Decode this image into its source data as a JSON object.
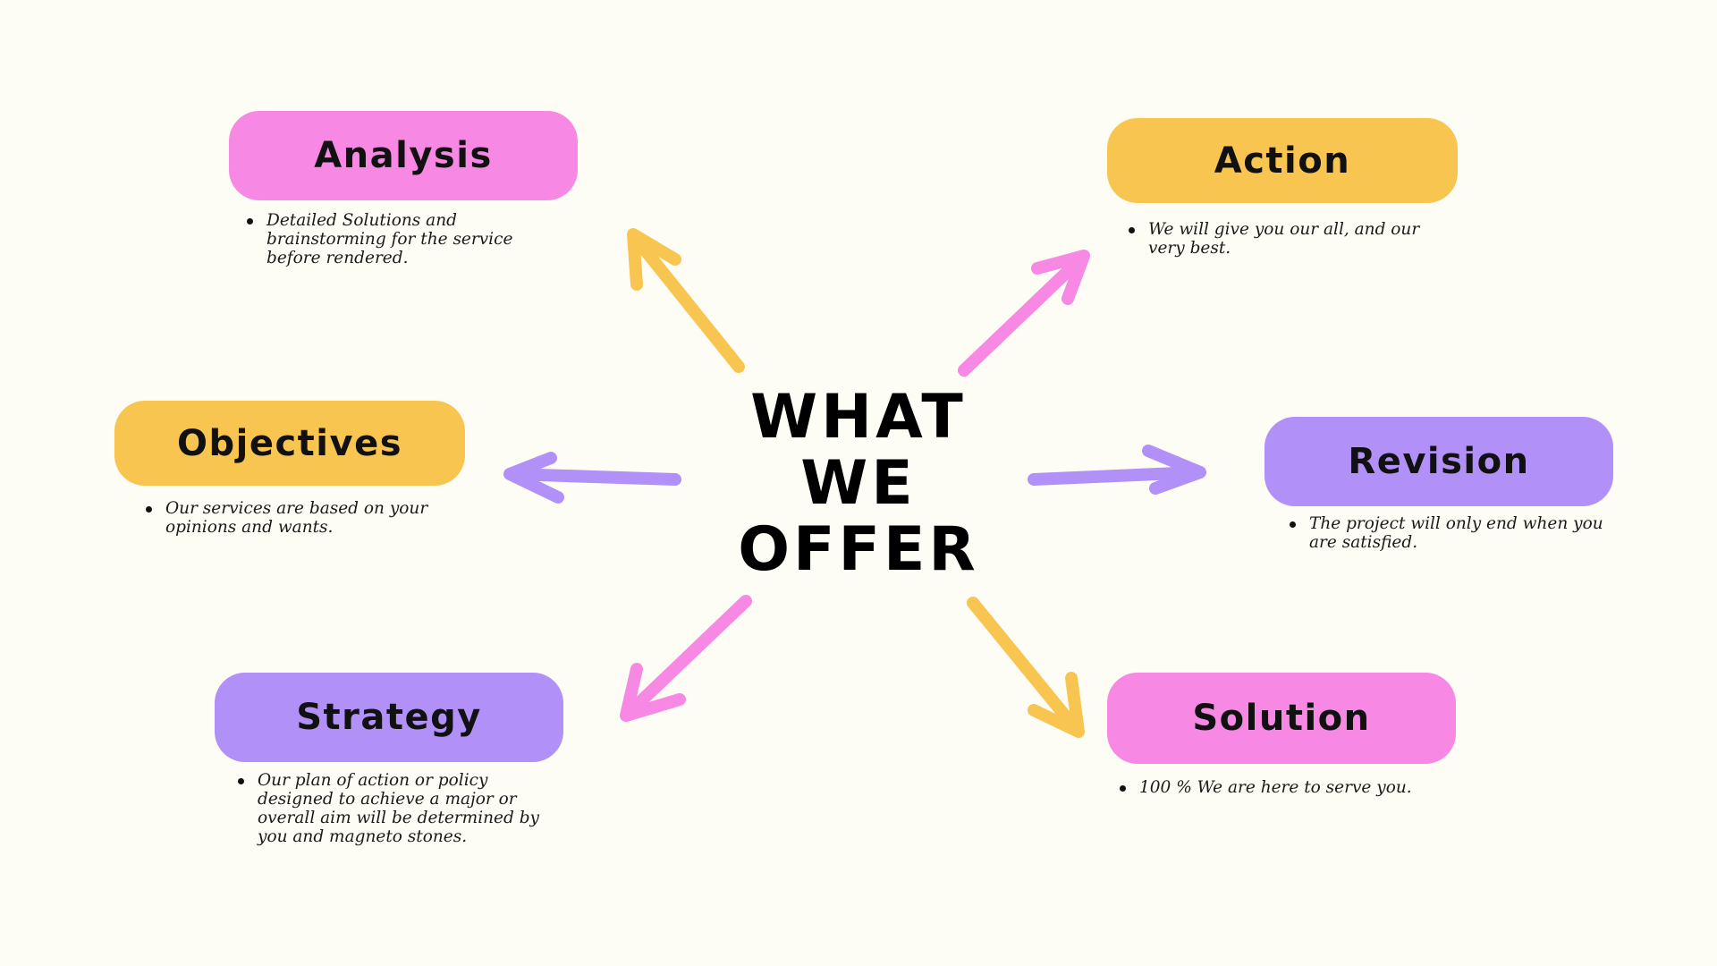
{
  "colors": {
    "background": "#fdfdf6",
    "pink": "#f788e3",
    "yellow": "#f8c650",
    "purple": "#b191f7",
    "text": "#111111"
  },
  "title": {
    "line1": "WHAT",
    "line2": "WE",
    "line3": "OFFER"
  },
  "nodes": {
    "analysis": {
      "label": "Analysis",
      "color": "pink",
      "description": "Detailed Solutions and brainstorming for the service before rendered."
    },
    "action": {
      "label": "Action",
      "color": "yellow",
      "description": "We will give you our all, and our very best."
    },
    "objectives": {
      "label": "Objectives",
      "color": "yellow",
      "description": "Our services are based on your opinions and wants."
    },
    "revision": {
      "label": "Revision",
      "color": "purple",
      "description": "The project will only end when you are satisfied."
    },
    "strategy": {
      "label": "Strategy",
      "color": "purple",
      "description": "Our plan of action or policy designed to achieve a major or overall aim will be determined by you and magneto stones."
    },
    "solution": {
      "label": "Solution",
      "color": "pink",
      "description": "100 % We are here to serve you."
    }
  },
  "arrows": [
    {
      "target": "analysis",
      "color": "yellow"
    },
    {
      "target": "action",
      "color": "pink"
    },
    {
      "target": "objectives",
      "color": "purple"
    },
    {
      "target": "revision",
      "color": "purple"
    },
    {
      "target": "strategy",
      "color": "pink"
    },
    {
      "target": "solution",
      "color": "yellow"
    }
  ]
}
